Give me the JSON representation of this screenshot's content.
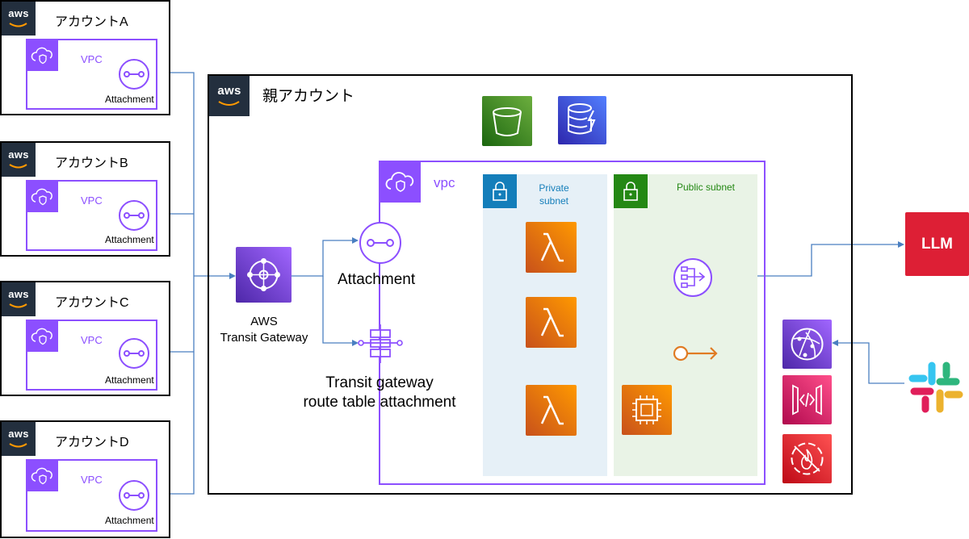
{
  "accounts": [
    {
      "title": "アカウントA",
      "vpc": "VPC",
      "attachment": "Attachment",
      "badge": "aws"
    },
    {
      "title": "アカウントB",
      "vpc": "VPC",
      "attachment": "Attachment",
      "badge": "aws"
    },
    {
      "title": "アカウントC",
      "vpc": "VPC",
      "attachment": "Attachment",
      "badge": "aws"
    },
    {
      "title": "アカウントD",
      "vpc": "VPC",
      "attachment": "Attachment",
      "badge": "aws"
    }
  ],
  "parent": {
    "badge": "aws",
    "title": "親アカウント",
    "tgw_label_1": "AWS",
    "tgw_label_2": "Transit Gateway",
    "attachment": "Attachment",
    "route_label_1": "Transit gateway",
    "route_label_2": "route table attachment",
    "vpc_label": "vpc",
    "private_subnet_1": "Private",
    "private_subnet_2": "subnet",
    "public_subnet": "Public subnet"
  },
  "llm": {
    "label": "LLM"
  },
  "colors": {
    "vpc": "#8c4fff",
    "private": "#147eba",
    "public": "#248814",
    "line": "#4a7fc1",
    "llm": "#dd1f35"
  }
}
